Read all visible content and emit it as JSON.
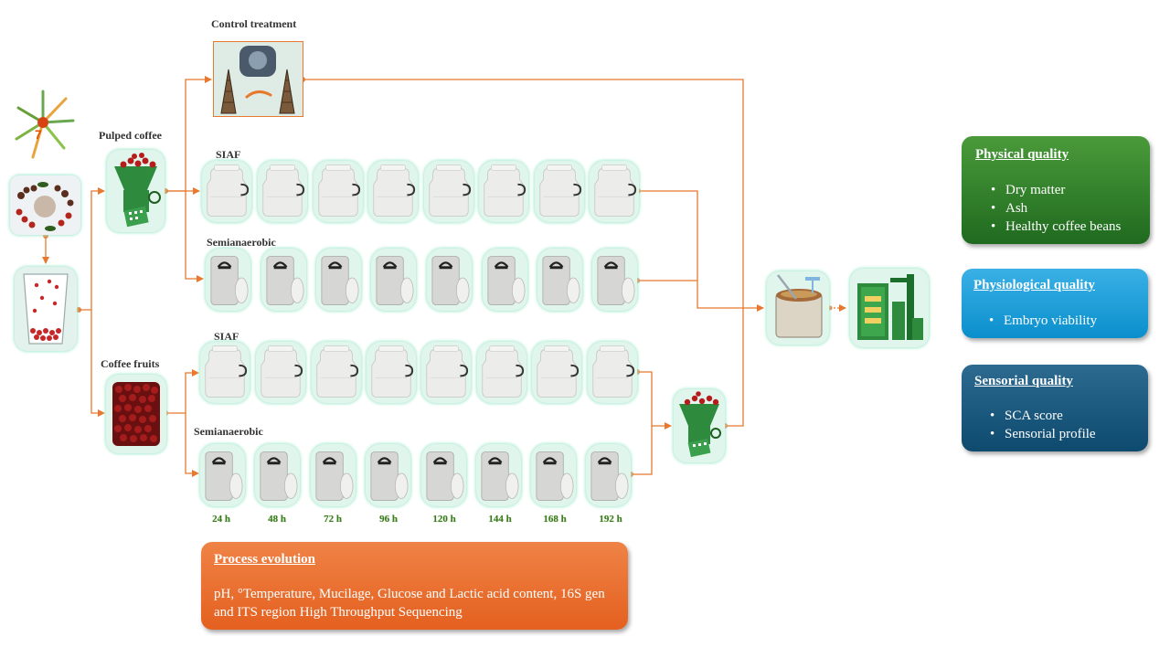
{
  "labels": {
    "control": "Control treatment",
    "pulped": "Pulped coffee",
    "fruits": "Coffee fruits",
    "siaf1": "SIAF",
    "semi1": "Semianaerobic",
    "siaf2": "SIAF",
    "semi2": "Semianaerobic"
  },
  "hours": [
    "24 h",
    "48 h",
    "72 h",
    "96 h",
    "120 h",
    "144 h",
    "168 h",
    "192 h"
  ],
  "boxes": {
    "physical": {
      "title": "Physical quality",
      "items": [
        "Dry matter",
        "Ash",
        "Healthy coffee beans"
      ]
    },
    "physiological": {
      "title": "Physiological quality",
      "items": [
        "Embryo viability"
      ]
    },
    "sensorial": {
      "title": "Sensorial quality",
      "items": [
        "SCA score",
        "Sensorial profile"
      ]
    },
    "process": {
      "title": "Process evolution",
      "text": "pH, °Temperature, Mucilage, Glucose and Lactic acid content, 16S gen and ITS region High Throughput Sequencing"
    }
  },
  "colors": {
    "arrow": "#e8782d",
    "physical": "#2b7a2b",
    "physiological": "#1aa3e0",
    "sensorial": "#1a5a80",
    "process": "#ea6e2f",
    "tile_glow": "#a9ead0"
  },
  "icons": [
    "logo-icon",
    "coffee-branch-icon",
    "flotation-tank-icon",
    "pulper-machine-icon",
    "cherries-tray-icon",
    "fermentation-tank-icon",
    "siaf-drum-icon",
    "semianaerobic-drum-icon",
    "washing-tank-icon",
    "dryer-machine-icon"
  ]
}
